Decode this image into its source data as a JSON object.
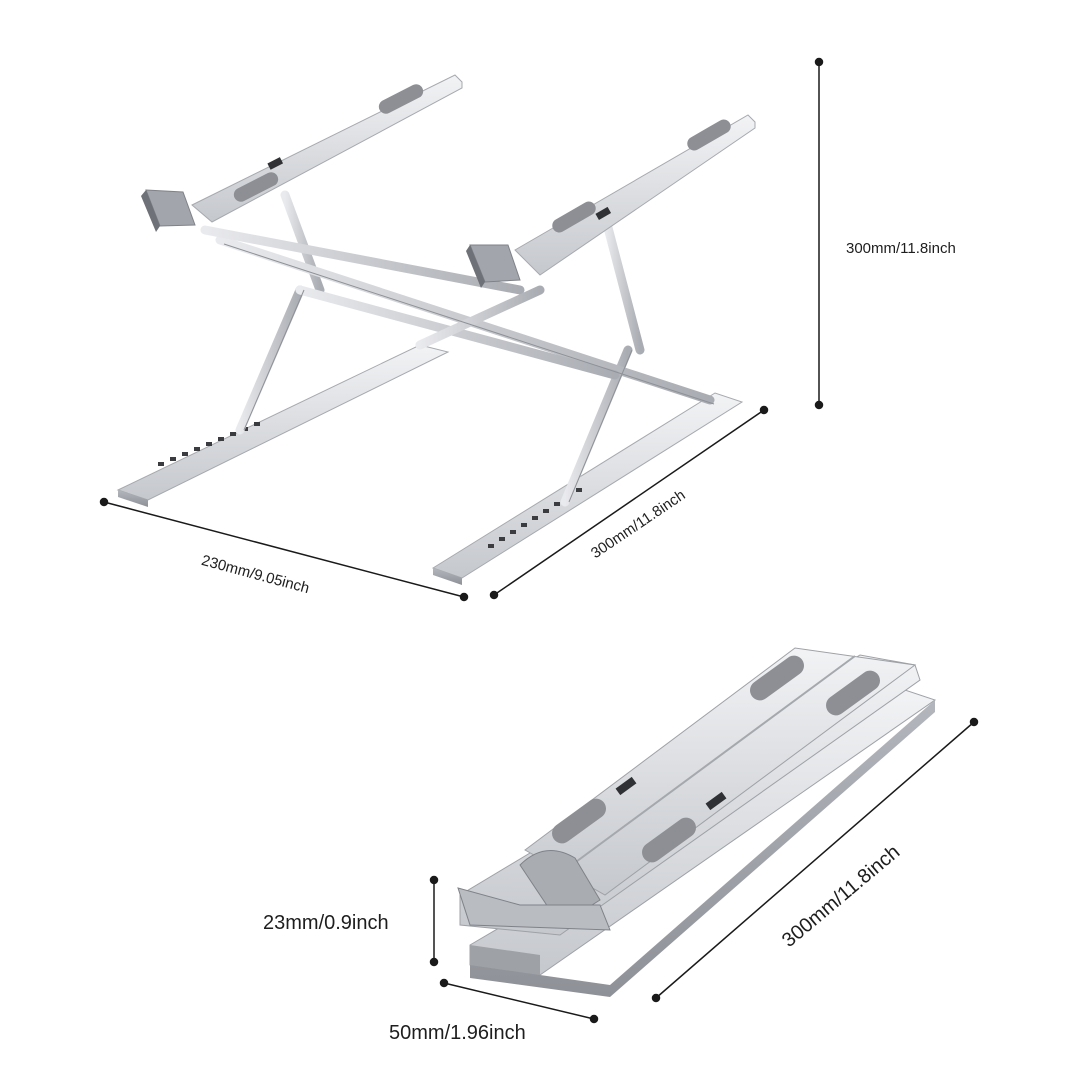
{
  "product": "laptop stand",
  "views": {
    "open": {
      "height": "300mm/11.8inch",
      "width": "230mm/9.05inch",
      "depth": "300mm/11.8inch"
    },
    "folded": {
      "thickness": "23mm/0.9inch",
      "width": "50mm/1.96inch",
      "length": "300mm/11.8inch"
    }
  },
  "colors": {
    "metal_light": "#e4e5e8",
    "metal_mid": "#c7c9ce",
    "metal_dark": "#9a9da3",
    "pad": "#8d8f94",
    "line": "#1a1a1a"
  }
}
